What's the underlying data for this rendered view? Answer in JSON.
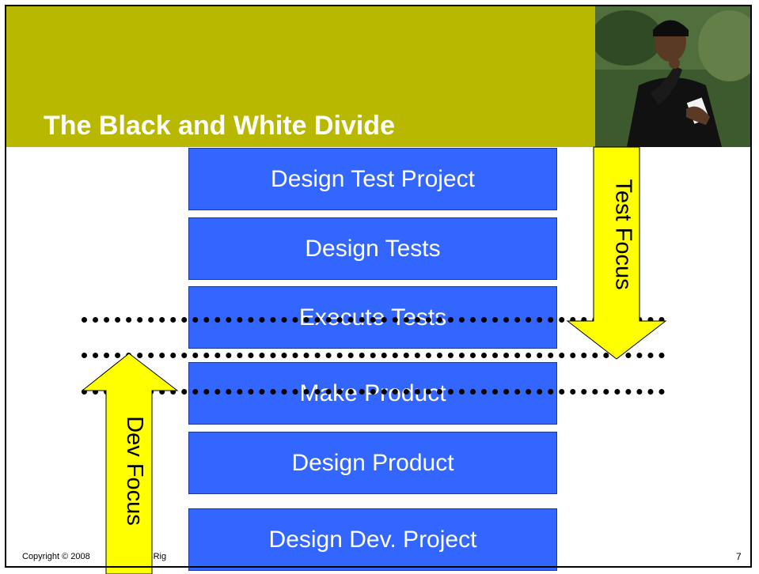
{
  "slide": {
    "title": "The Black and White Divide",
    "boxes": [
      {
        "label": "Design Test Project"
      },
      {
        "label": "Design Tests"
      },
      {
        "label": "Execute Tests"
      },
      {
        "label": "Make Product"
      },
      {
        "label": "Design Product"
      },
      {
        "label": "Design Dev. Project"
      }
    ],
    "test_arrow_label": "Test Focus",
    "dev_arrow_label": "Dev Focus",
    "footer": "Copyright © 2008",
    "footer_tail": "e All Rig",
    "page_number": "7",
    "colors": {
      "header_band": "#b8b800",
      "box_fill": "#3366ff",
      "arrow_fill": "#ffff00"
    }
  }
}
